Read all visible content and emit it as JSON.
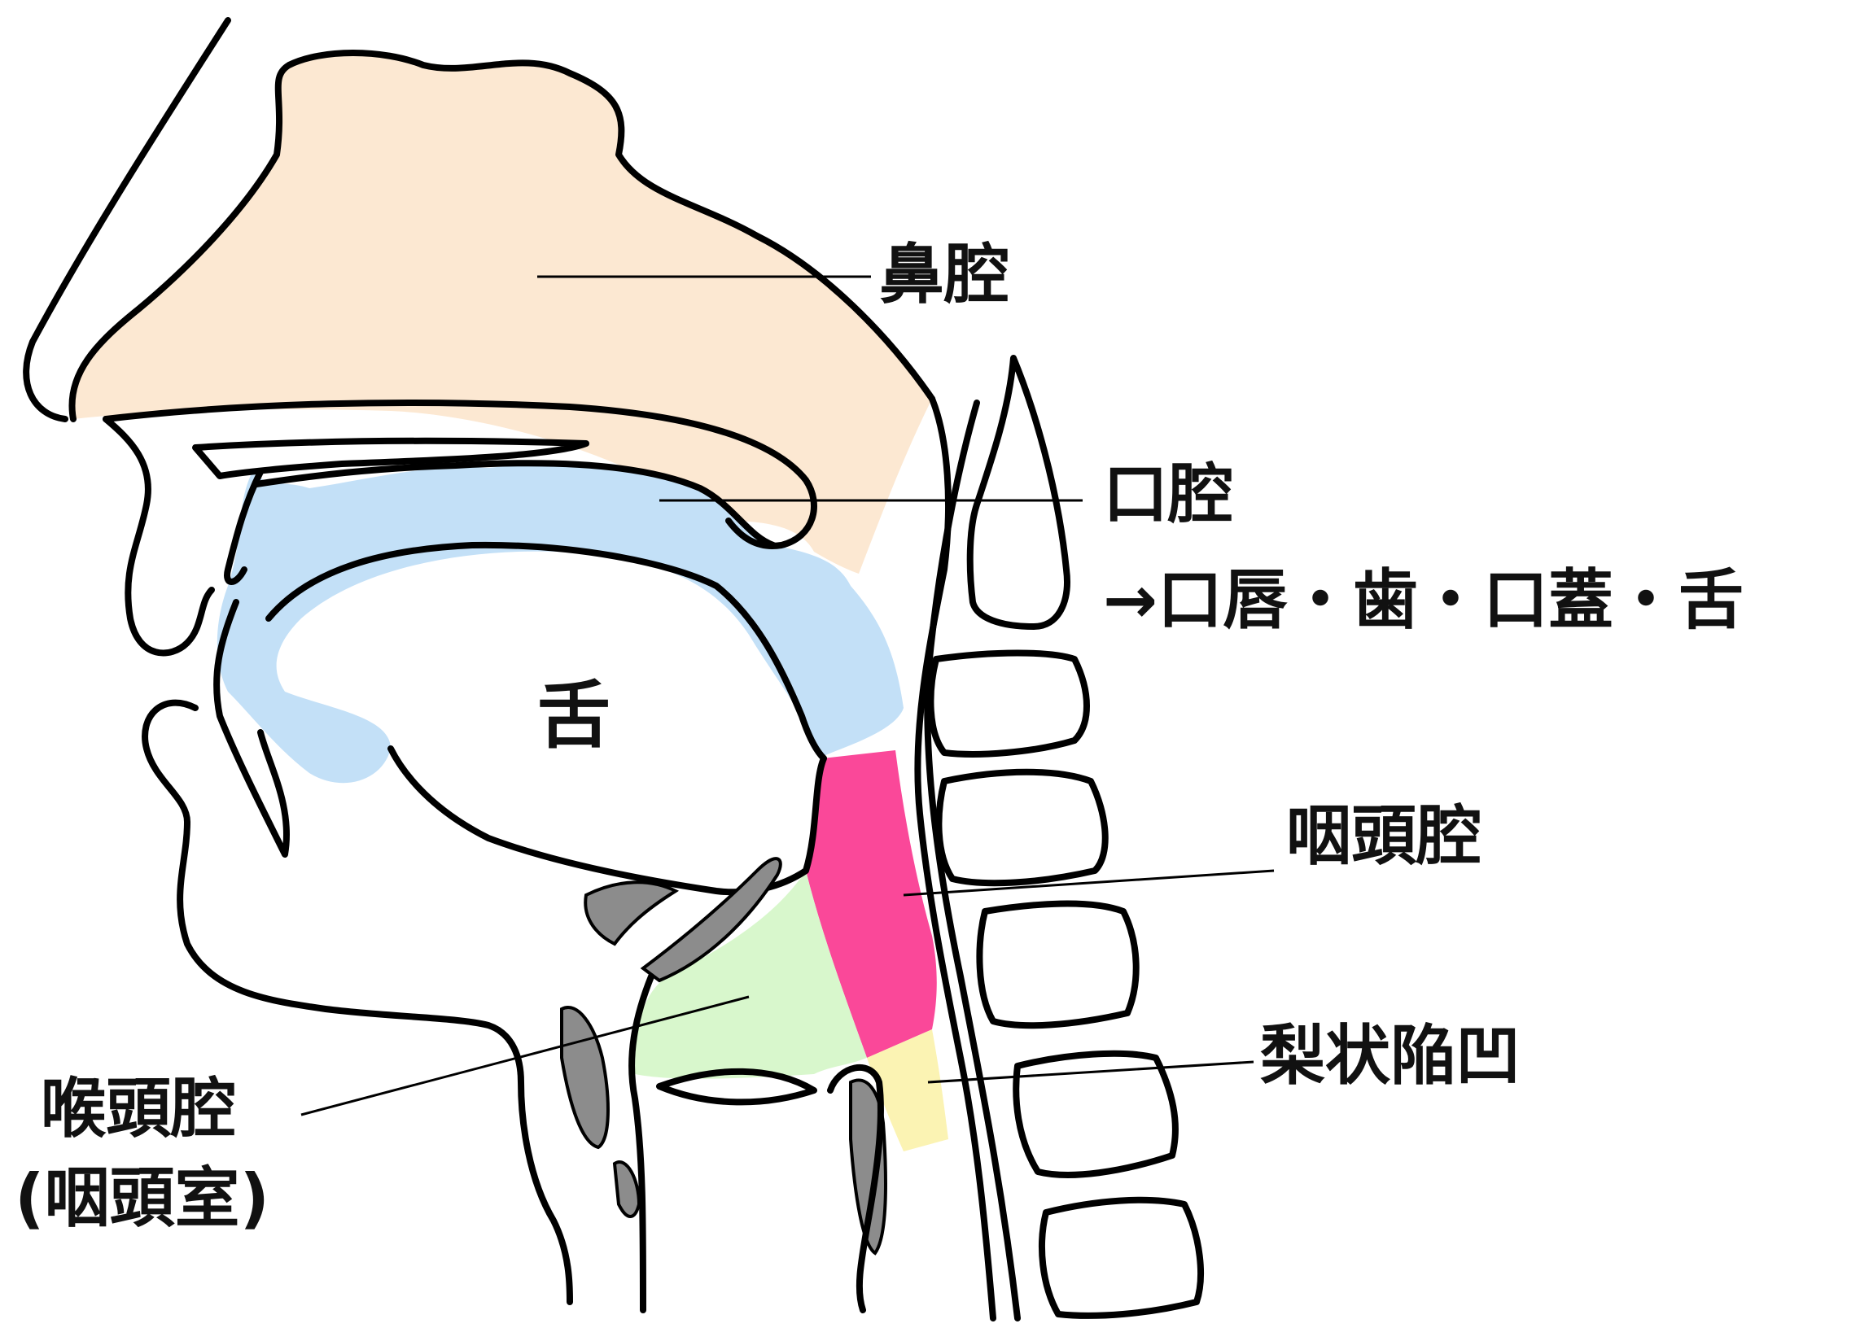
{
  "labels": {
    "nasal_cavity": "鼻腔",
    "oral_cavity": "口腔",
    "oral_sub": "→口唇・歯・口蓋・舌",
    "tongue": "舌",
    "pharynx": "咽頭腔",
    "piriform": "梨状陥凹",
    "larynx_line1": "喉頭腔",
    "larynx_line2": "(咽頭室)"
  },
  "colors": {
    "nasal": "#fce8d2",
    "oral": "#c3e0f7",
    "pharynx": "#fa4899",
    "larynx": "#d8f7cc",
    "piriform": "#fbf3b3",
    "cartilage": "#8c8c8c"
  }
}
